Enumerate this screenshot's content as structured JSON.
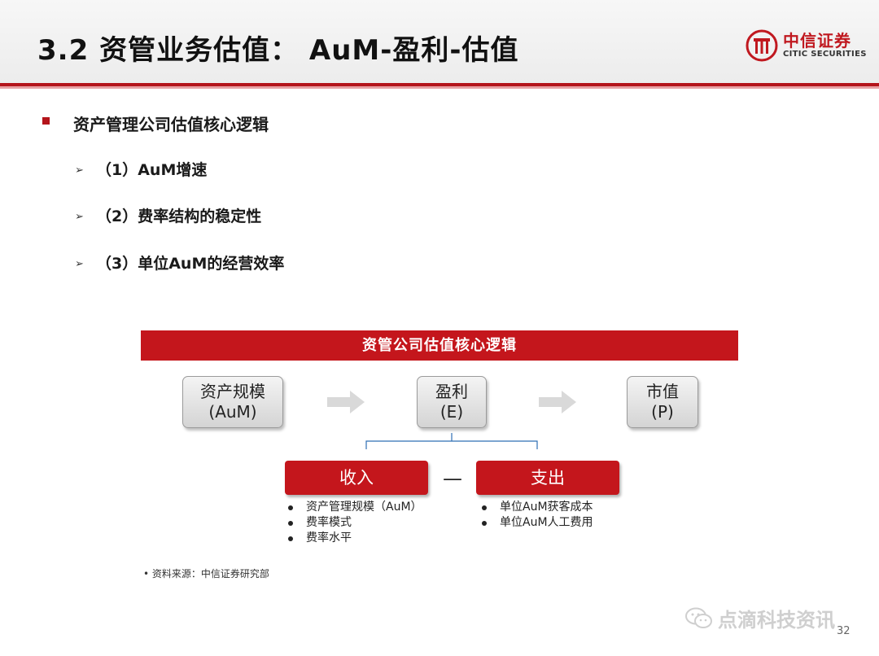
{
  "header": {
    "title": "3.2 资管业务估值： AuM-盈利-估值",
    "logo_cn": "中信证券",
    "logo_en": "CITIC SECURITIES"
  },
  "bullets": {
    "main": "资产管理公司估值核心逻辑",
    "sub": [
      "（1）AuM增速",
      "（2）费率结构的稳定性",
      "（3）单位AuM的经营效率"
    ]
  },
  "diagram": {
    "banner": "资管公司估值核心逻辑",
    "nodes": [
      {
        "line1": "资产规模",
        "line2": "(AuM)"
      },
      {
        "line1": "盈利",
        "line2": "(E)"
      },
      {
        "line1": "市值",
        "line2": "(P)"
      }
    ],
    "income": {
      "label": "收入",
      "items": [
        "资产管理规模（AuM）",
        "费率模式",
        "费率水平"
      ]
    },
    "minus": "—",
    "expense": {
      "label": "支出",
      "items": [
        "单位AuM获客成本",
        "单位AuM人工费用"
      ]
    }
  },
  "source": "• 资料来源：中信证券研究部",
  "watermark": "点滴科技资讯",
  "page_number": "32",
  "colors": {
    "brand_red": "#c4161c",
    "rule_red": "#b4141b"
  }
}
